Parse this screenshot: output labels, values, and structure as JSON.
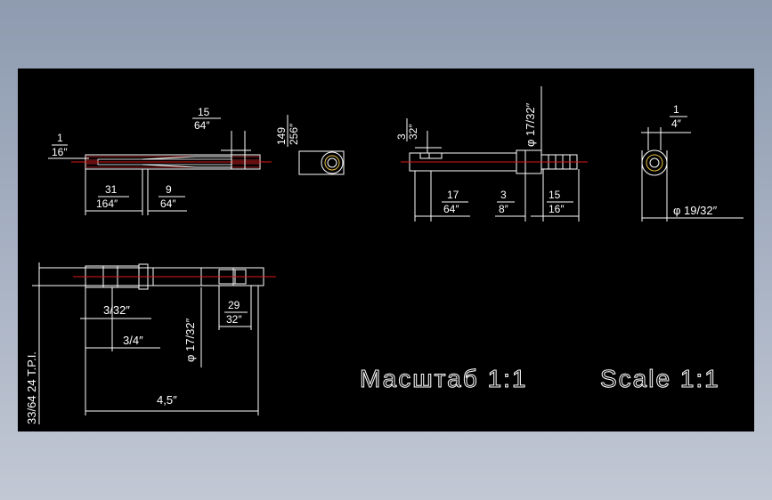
{
  "drawing": {
    "scale_ru": "Масштаб 1:1",
    "scale_en": "Scale 1:1",
    "dims": {
      "d_1_16_n": "1",
      "d_1_16_d": "16″",
      "d_15_64_n": "15",
      "d_15_64_d": "64″",
      "d_31_164_n": "31",
      "d_31_164_d": "164″",
      "d_9_64_n": "9",
      "d_9_64_d": "64″",
      "d_149_256_n": "149",
      "d_149_256_d": "256″",
      "d_3_32_n": "3",
      "d_3_32_d": "32″",
      "d_phi_17_32_top": "φ 17/32″",
      "d_17_64_n": "17",
      "d_17_64_d": "64″",
      "d_3_8_n": "3",
      "d_3_8_d": "8″",
      "d_15_16_n": "15",
      "d_15_16_d": "16″",
      "d_1_4_n": "1",
      "d_1_4_d": "4″",
      "d_phi_19_32": "φ 19/32″",
      "d_3_32_bottom": "3/32″",
      "d_3_4": "3/4″",
      "d_phi_17_32_bottom": "φ 17/32″",
      "d_29_32_n": "29",
      "d_29_32_d": "32″",
      "d_4_5": "4,5″",
      "d_thread": "33/64  24  T.P.I."
    }
  }
}
